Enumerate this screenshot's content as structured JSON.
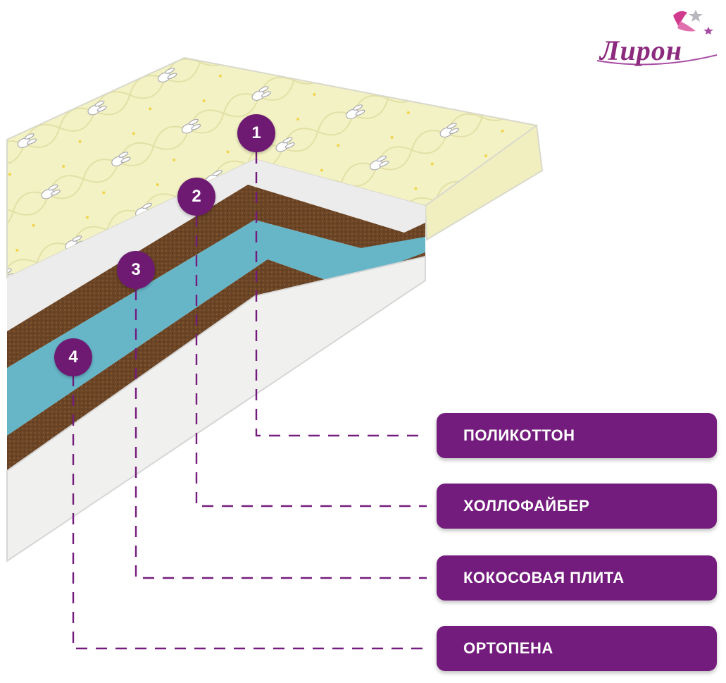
{
  "brand": {
    "logo_text": "Лирон"
  },
  "colors": {
    "accent": "#741c7d",
    "cover": "#f3f2c4",
    "coconut": "#6b4526",
    "hollofiber": "#ececec",
    "foam": "#67b6c8",
    "orthofoam": "#f0f0ee"
  },
  "layers": [
    {
      "number": "1",
      "label": "ПОЛИКОТТОН"
    },
    {
      "number": "2",
      "label": "ХОЛЛОФАЙБЕР"
    },
    {
      "number": "3",
      "label": "КОКОСОВАЯ ПЛИТА"
    },
    {
      "number": "4",
      "label": "ОРТОПЕНА"
    }
  ]
}
